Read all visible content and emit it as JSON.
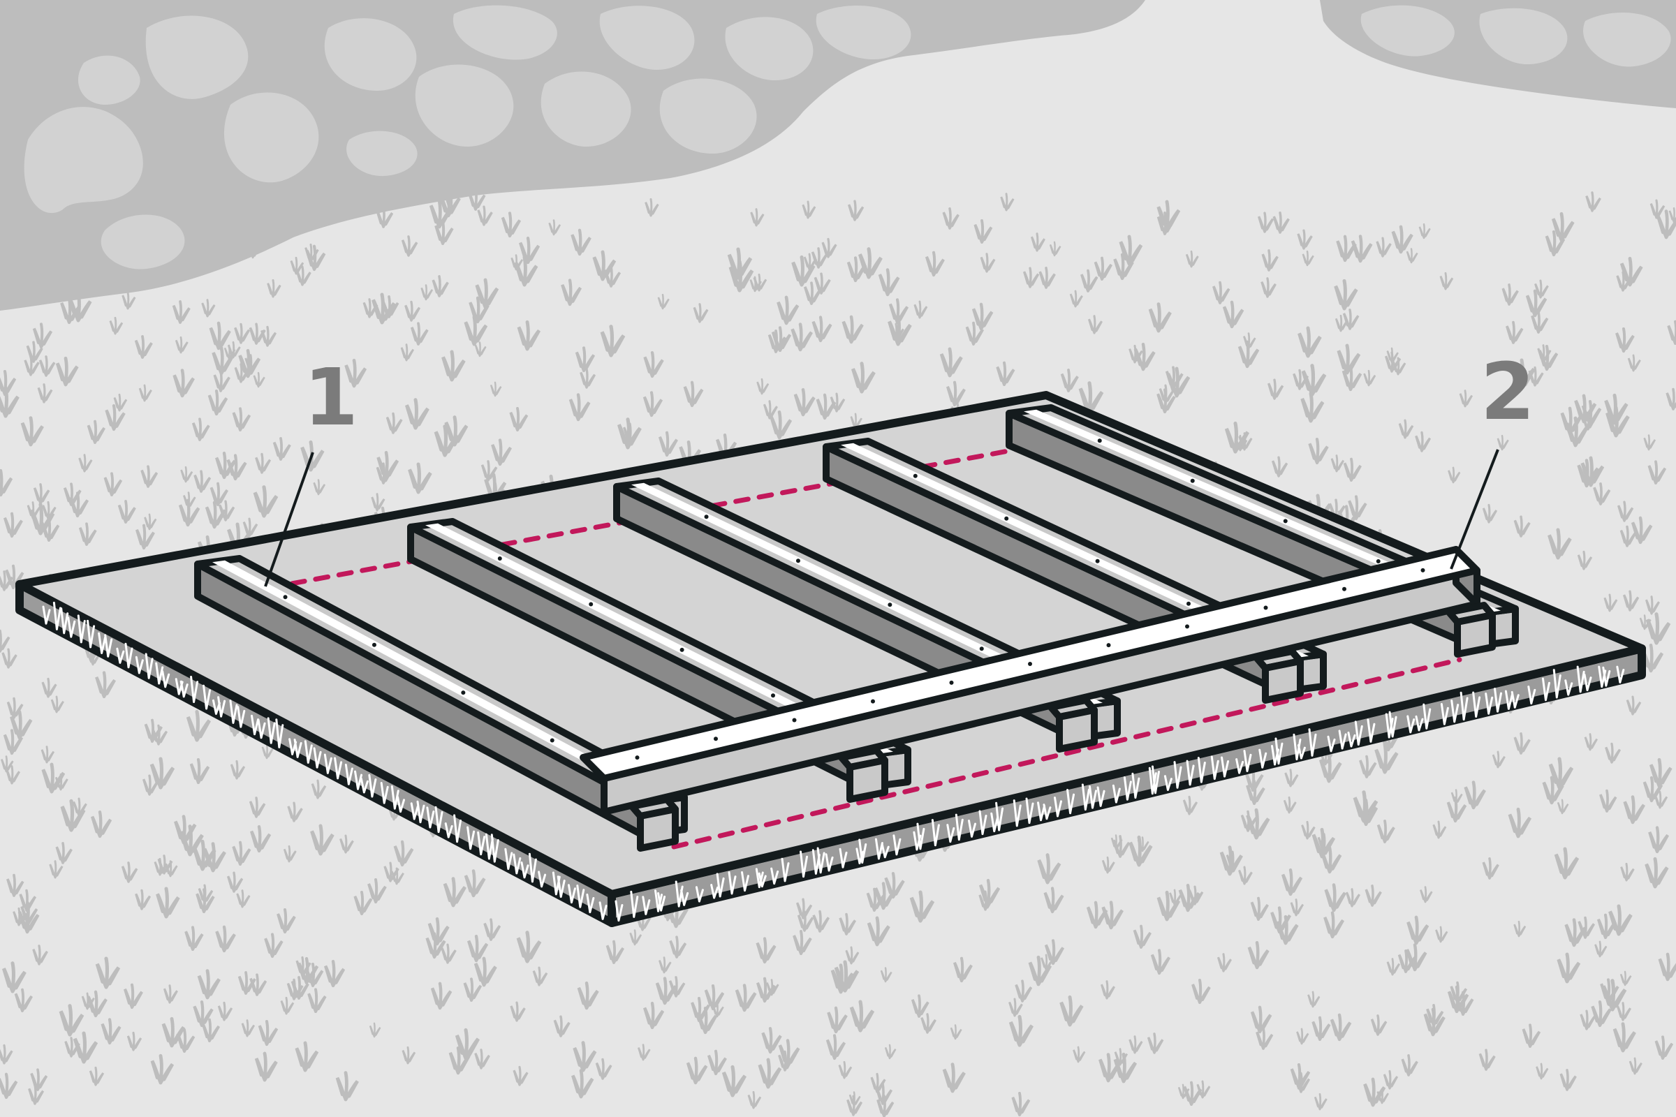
{
  "callouts": [
    {
      "label": "1",
      "refers_to": "joist"
    },
    {
      "label": "2",
      "refers_to": "crossbeam"
    }
  ],
  "colors": {
    "background": "#e6e6e6",
    "grass": "#bdbdbd",
    "gravel": "#bdbdbd",
    "gravel_light": "#d2d2d2",
    "slab_top": "#d4d4d4",
    "slab_side": "#9b9b9b",
    "outline": "#141b1d",
    "beam_light": "#c9c9c9",
    "beam_dark": "#8a8a8a",
    "beam_top_strip": "#ffffff",
    "dashed_line": "#c2185b",
    "callout_text": "#7b7b7b"
  },
  "icons": [
    "grass-tuft-icon",
    "gravel-patch-icon"
  ]
}
